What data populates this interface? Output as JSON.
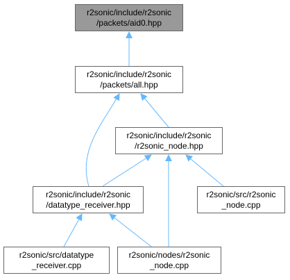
{
  "colors": {
    "edge": "#63b8ff",
    "node_border": "#666666",
    "current_node_fill": "#999999"
  },
  "nodes": {
    "aid0": {
      "line1": "r2sonic/include/r2sonic",
      "line2": "/packets/aid0.hpp"
    },
    "all": {
      "line1": "r2sonic/include/r2sonic",
      "line2": "/packets/all.hpp"
    },
    "r2sonic_node_hpp": {
      "line1": "r2sonic/include/r2sonic",
      "line2": "/r2sonic_node.hpp"
    },
    "datatype_receiver_hpp": {
      "line1": "r2sonic/include/r2sonic",
      "line2": "/datatype_receiver.hpp"
    },
    "src_r2sonic_node_cpp": {
      "line1": "r2sonic/src/r2sonic",
      "line2": "_node.cpp"
    },
    "src_datatype_receiver_cpp": {
      "line1": "r2sonic/src/datatype",
      "line2": "_receiver.cpp"
    },
    "nodes_r2sonic_node_cpp": {
      "line1": "r2sonic/nodes/r2sonic",
      "line2": "_node.cpp"
    }
  },
  "edges": [
    {
      "from": "all",
      "to": "aid0"
    },
    {
      "from": "r2sonic_node_hpp",
      "to": "all"
    },
    {
      "from": "datatype_receiver_hpp",
      "to": "all"
    },
    {
      "from": "datatype_receiver_hpp",
      "to": "r2sonic_node_hpp"
    },
    {
      "from": "nodes_r2sonic_node_cpp",
      "to": "r2sonic_node_hpp"
    },
    {
      "from": "src_r2sonic_node_cpp",
      "to": "r2sonic_node_hpp"
    },
    {
      "from": "src_datatype_receiver_cpp",
      "to": "datatype_receiver_hpp"
    },
    {
      "from": "nodes_r2sonic_node_cpp",
      "to": "datatype_receiver_hpp"
    }
  ]
}
